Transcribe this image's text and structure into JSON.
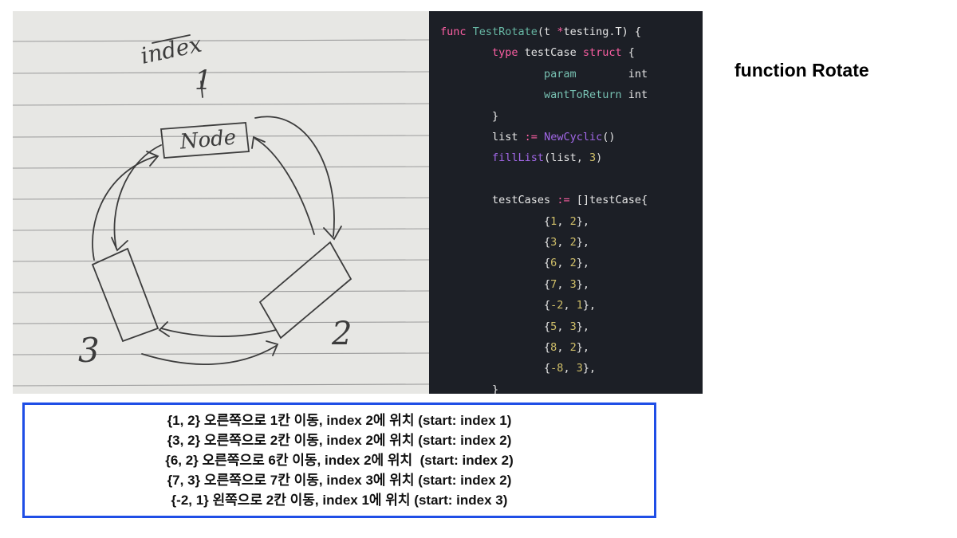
{
  "sketch": {
    "label_top": "index",
    "node_label": "Node",
    "index_1": "1",
    "index_2": "2",
    "index_3": "3"
  },
  "code": {
    "lines": [
      [
        [
          "kw",
          "func "
        ],
        [
          "fn",
          "TestRotate"
        ],
        [
          "p",
          "(t "
        ],
        [
          "kw",
          "*"
        ],
        [
          "p",
          "testing.T) {"
        ]
      ],
      [
        [
          "p",
          "        "
        ],
        [
          "kw",
          "type "
        ],
        [
          "p",
          "testCase "
        ],
        [
          "kw",
          "struct"
        ],
        [
          "p",
          " {"
        ]
      ],
      [
        [
          "p",
          "                "
        ],
        [
          "fld",
          "param"
        ],
        [
          "p",
          "        int"
        ]
      ],
      [
        [
          "p",
          "                "
        ],
        [
          "fld",
          "wantToReturn"
        ],
        [
          "p",
          " int"
        ]
      ],
      [
        [
          "p",
          "        }"
        ]
      ],
      [
        [
          "p",
          "        list "
        ],
        [
          "kw",
          ":="
        ],
        [
          "p",
          " "
        ],
        [
          "call",
          "NewCyclic"
        ],
        [
          "p",
          "()"
        ]
      ],
      [
        [
          "p",
          "        "
        ],
        [
          "call",
          "fillList"
        ],
        [
          "p",
          "(list, "
        ],
        [
          "num",
          "3"
        ],
        [
          "p",
          ")"
        ]
      ],
      [
        [
          "p",
          ""
        ]
      ],
      [
        [
          "p",
          "        testCases "
        ],
        [
          "kw",
          ":="
        ],
        [
          "p",
          " []testCase{"
        ]
      ],
      [
        [
          "p",
          "                {"
        ],
        [
          "num",
          "1"
        ],
        [
          "p",
          ", "
        ],
        [
          "num",
          "2"
        ],
        [
          "p",
          "},"
        ]
      ],
      [
        [
          "p",
          "                {"
        ],
        [
          "num",
          "3"
        ],
        [
          "p",
          ", "
        ],
        [
          "num",
          "2"
        ],
        [
          "p",
          "},"
        ]
      ],
      [
        [
          "p",
          "                {"
        ],
        [
          "num",
          "6"
        ],
        [
          "p",
          ", "
        ],
        [
          "num",
          "2"
        ],
        [
          "p",
          "},"
        ]
      ],
      [
        [
          "p",
          "                {"
        ],
        [
          "num",
          "7"
        ],
        [
          "p",
          ", "
        ],
        [
          "num",
          "3"
        ],
        [
          "p",
          "},"
        ]
      ],
      [
        [
          "p",
          "                {"
        ],
        [
          "num",
          "-2"
        ],
        [
          "p",
          ", "
        ],
        [
          "num",
          "1"
        ],
        [
          "p",
          "},"
        ]
      ],
      [
        [
          "p",
          "                {"
        ],
        [
          "num",
          "5"
        ],
        [
          "p",
          ", "
        ],
        [
          "num",
          "3"
        ],
        [
          "p",
          "},"
        ]
      ],
      [
        [
          "p",
          "                {"
        ],
        [
          "num",
          "8"
        ],
        [
          "p",
          ", "
        ],
        [
          "num",
          "2"
        ],
        [
          "p",
          "},"
        ]
      ],
      [
        [
          "p",
          "                {"
        ],
        [
          "num",
          "-8"
        ],
        [
          "p",
          ", "
        ],
        [
          "num",
          "3"
        ],
        [
          "p",
          "},"
        ]
      ],
      [
        [
          "p",
          "        }"
        ]
      ]
    ]
  },
  "side_title": "function Rotate",
  "explanation": [
    "{1, 2} 오른쪽으로 1칸 이동, index 2에 위치 (start: index 1)",
    "{3, 2} 오른쪽으로 2칸 이동, index 2에 위치 (start: index 2)",
    "{6, 2} 오른쪽으로 6칸 이동, index 2에 위치  (start: index 2)",
    "{7, 3} 오른쪽으로 7칸 이동, index 3에 위치 (start: index 2)",
    "{-2, 1} 왼쪽으로 2칸 이동, index 1에 위치 (start: index 3)"
  ],
  "colors": {
    "code_bg": "#1c1f26",
    "box_border": "#1f4ee6"
  }
}
